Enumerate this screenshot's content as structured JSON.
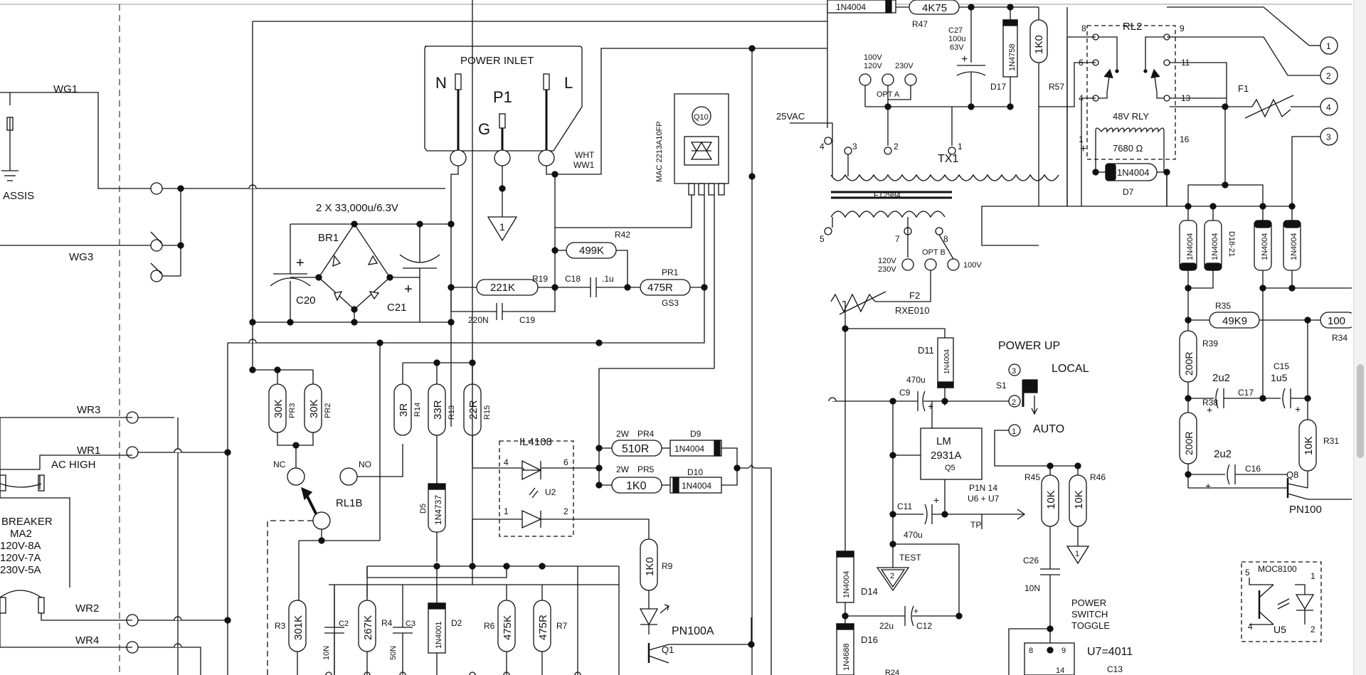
{
  "colors": {
    "ink": "#111111",
    "background": "#ffffff",
    "scrollbar_track": "#f1f1f1",
    "scrollbar_thumb": "#c1c1c1"
  },
  "labels": {
    "power_inlet": "POWER   INLET",
    "n": "N",
    "l": "L",
    "g": "G",
    "p1": "P1",
    "wht": "WHT",
    "ww1": "WW1",
    "wg1": "WG1",
    "wg3": "WG3",
    "chassis": "ASSIS",
    "cap_bank": "2 X 33,000u/6.3V",
    "br1": "BR1",
    "c20": "C20",
    "c21": "C21",
    "r221k": "221K",
    "r19": "R19",
    "c18": "C18",
    "c18v": ".1u",
    "r475r": "475R",
    "pr1": "PR1",
    "gs3": "GS3",
    "r499k": "499K",
    "r42": "R42",
    "c19v": "220N",
    "c19": "C19",
    "gnd1": "1",
    "mac": "MAC 2213A10FP",
    "q10": "Q10",
    "v25vac": "25VAC",
    "n1n4004_top": "1N4004",
    "r4k75": "4K75",
    "r47": "R47",
    "c27": "C27",
    "c27v1": "100u",
    "c27v2": "63V",
    "d17v": "1N4758",
    "d17": "D17",
    "r1k0_57": "1K0",
    "r57": "R57",
    "opt_100v": "100V",
    "opt_120v": "120V",
    "opt_230v": "230V",
    "opt_a": "OPT A",
    "tx1": "TX1",
    "ft2984": "FT2984",
    "pin4": "4",
    "pin3": "3",
    "pin2": "2",
    "pin1": "1",
    "pin5": "5",
    "pin7": "7",
    "pin8": "8",
    "optb_120": "120V",
    "optb_230": "230V",
    "opt_b": "OPT B",
    "optb_100": "100V",
    "f2": "F2",
    "rxe010": "RXE010",
    "rl2": "RL2",
    "rly48": "48V RLY",
    "ohm": "7680  Ω",
    "rl2_8": "8",
    "rl2_9": "9",
    "rl2_6": "6",
    "rl2_11": "11",
    "rl2_4": "4",
    "rl2_13": "13",
    "rl2_1": "1",
    "rl2_16": "16",
    "d7v": "1N4004",
    "d7": "D7",
    "f1": "F1",
    "term1": "1",
    "term2": "2",
    "term4": "4",
    "term3": "3",
    "d18v": "1N4004",
    "d18_21": "D18-21",
    "r35v": "49K9",
    "r35": "R35",
    "r34v": "100",
    "r34": "R34",
    "r39v": "200R",
    "r39": "R39",
    "r38v": "200R",
    "r38": "R38",
    "c17v": "2u2",
    "c17": "C17",
    "c15": "C15",
    "c15v": "1u5",
    "c16v": "2u2",
    "c16": "C16",
    "r31v": "10K",
    "r31": "R31",
    "q8": "Q8",
    "pn100": "PN100",
    "moc": "MOC8100",
    "u5": "U5",
    "moc5": "5",
    "moc1": "1",
    "moc4": "4",
    "moc2": "2",
    "d11": "D11",
    "d11v": "1N4004",
    "power_up": "POWER UP",
    "local": "LOCAL",
    "auto": "AUTO",
    "s1": "S1",
    "s1_3": "3",
    "s1_2": "2",
    "s1_1": "1",
    "c9v": "470u",
    "c9": "C9",
    "lm": "LM",
    "lm2931": "2931A",
    "q5": "Q5",
    "c11": "C11",
    "c11v": "470u",
    "p1n14": "P1N 14",
    "u6u7": "U6 + U7",
    "tp": "TP",
    "test": "TEST",
    "test2": "2",
    "d14v": "1N4004",
    "d14": "D14",
    "c12v": "22u",
    "c12": "C12",
    "d16v": "1N4688",
    "d16": "D16",
    "r24": "R24",
    "r45": "R45",
    "r46": "R46",
    "r45v": "10K",
    "r46v": "10K",
    "c26": "C26",
    "c26v": "10N",
    "power_switch": "POWER",
    "switch": "SWITCH",
    "toggle": "TOGGLE",
    "u7": "U7=4011",
    "c13": "C13",
    "pin8u7": "8",
    "pin9u7": "9",
    "pin14u7": "14",
    "pr3v": "30K",
    "pr3": "PR3",
    "pr2v": "30K",
    "pr2": "PR2",
    "r14v": "3R",
    "r14": "R14",
    "r13v": "33R",
    "r13": "R13",
    "r15v": "22R",
    "r15": "R15",
    "nc": "NC",
    "no": "NO",
    "rl1b": "RL1B",
    "d5v": "1N4737",
    "d5": "D5",
    "il4108": "IL4108",
    "u2": "U2",
    "u2_4": "4",
    "u2_6": "6",
    "u2_1": "1",
    "u2_2": "2",
    "pr4w": "2W",
    "pr4": "PR4",
    "pr4v": "510R",
    "d9": "D9",
    "d9v": "1N4004",
    "pr5w": "2W",
    "pr5": "PR5",
    "pr5v": "1K0",
    "d10": "D10",
    "d10v": "1N4004",
    "r9v": "1K0",
    "r9": "R9",
    "pn100a": "PN100A",
    "q1": "Q1",
    "wr3": "WR3",
    "wr1": "WR1",
    "ac_high": "AC HIGH",
    "breaker": "BREAKER",
    "ma2": "MA2",
    "b120_8": "120V-8A",
    "b120_7": "120V-7A",
    "b230_5": "230V-5A",
    "wr2": "WR2",
    "wr4": "WR4",
    "r3": "R3",
    "r3v": "301K",
    "c2": "C2",
    "c2v": "10N",
    "r4": "R4",
    "r4v": "267K",
    "c3": "C3",
    "c3v": "50N",
    "d2v": "1N4001",
    "d2": "D2",
    "r6": "R6",
    "r6v": "475K",
    "r7": "R7",
    "r7v": "475R"
  }
}
